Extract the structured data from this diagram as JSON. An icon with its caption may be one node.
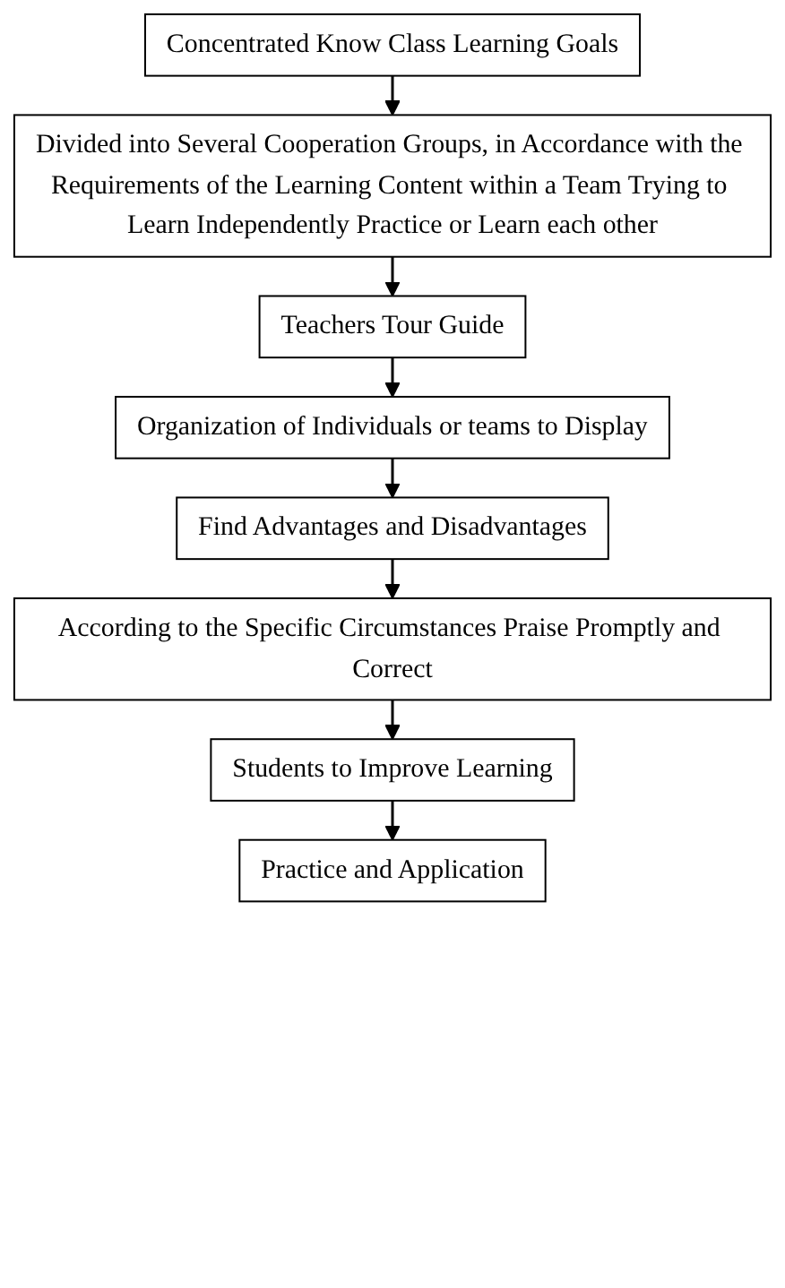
{
  "diagram": {
    "nodes": [
      {
        "text": [
          "Concentrated Know Class Learning Goals"
        ]
      },
      {
        "text": [
          "Divided into Several Cooperation Groups, in Accordance with the Requirements of the Learning Content within a Team Trying to Learn Independently Practice or Learn each other"
        ]
      },
      {
        "text": [
          "Teachers Tour Guide"
        ]
      },
      {
        "text": [
          "Organization of Individuals or teams to Display"
        ]
      },
      {
        "text": [
          "Find Advantages and Disadvantages"
        ]
      },
      {
        "text": [
          "According to the Specific Circumstances Praise Promptly and Correct"
        ]
      },
      {
        "text": [
          "Students to Improve Learning"
        ]
      },
      {
        "text": [
          "Practice and Application"
        ]
      }
    ],
    "edges": [
      {
        "from": 0,
        "to": 1,
        "arrow": "to"
      },
      {
        "from": 1,
        "to": 2,
        "arrow": "to"
      },
      {
        "from": 2,
        "to": 3,
        "arrow": "to"
      },
      {
        "from": 3,
        "to": 4,
        "arrow": "to"
      },
      {
        "from": 4,
        "to": 5,
        "arrow": "to"
      },
      {
        "from": 5,
        "to": 6,
        "arrow": "to"
      },
      {
        "from": 6,
        "to": 7,
        "arrow": "to"
      }
    ]
  }
}
